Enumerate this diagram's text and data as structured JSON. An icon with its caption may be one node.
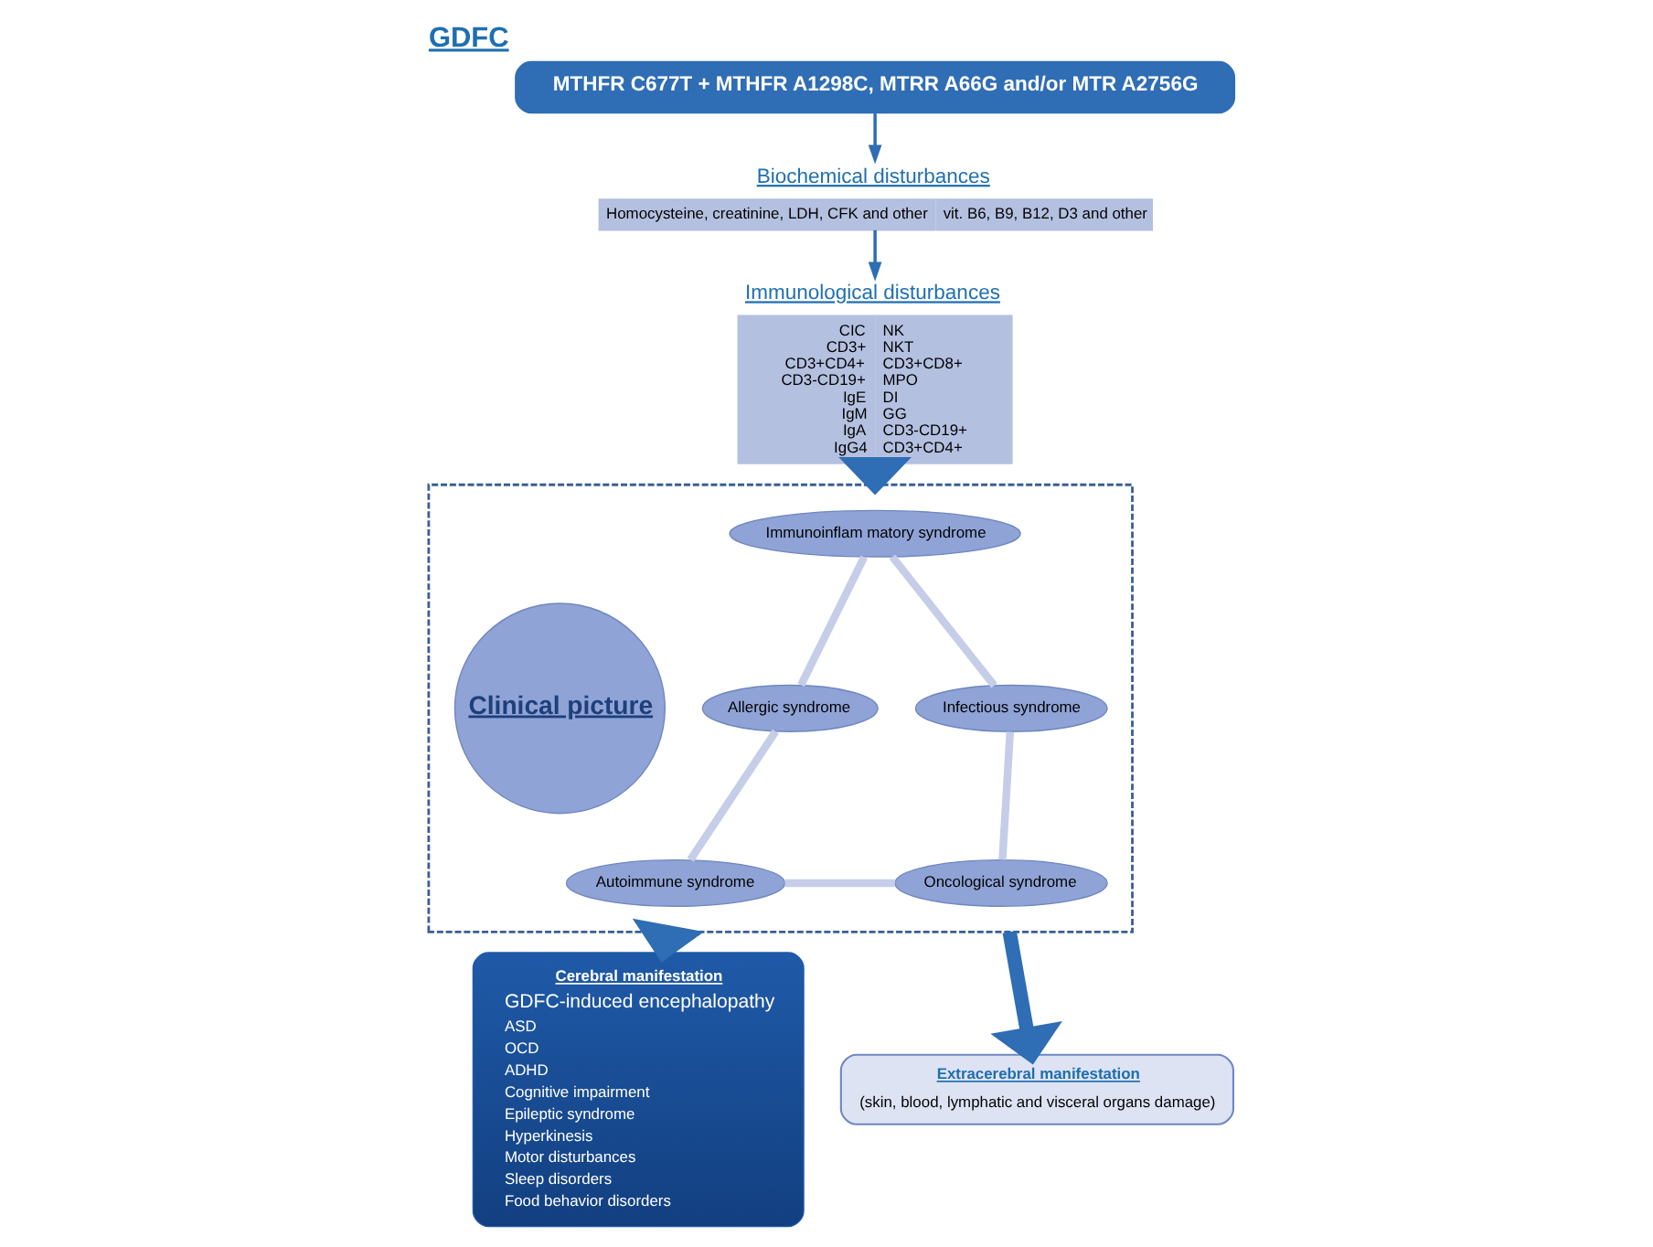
{
  "diagram": {
    "title": "GDFC",
    "nodes": [
      {
        "text": [
          "MTHFR C677T + MTHFR A1298C, MTRR A66G and/or MTR A2756G"
        ]
      },
      {
        "text": [
          "Biochemical disturbances",
          "Homocysteine, creatinine, LDH, CFK and other",
          "vit. B6, B9, B12, D3 and other"
        ]
      },
      {
        "text": [
          "Immunological disturbances",
          "CIC",
          "CD3+",
          "CD3+CD4+",
          "CD3-CD19+",
          "IgE",
          "IgM",
          "IgA",
          "IgG4",
          "NK",
          "NKT",
          "CD3+CD8+",
          "MPO",
          "DI",
          "GG",
          "CD3-CD19+",
          "CD3+CD4+"
        ]
      },
      {
        "text": [],
        "shape": "pentagon"
      },
      {
        "text": [
          "Clinical picture"
        ],
        "in": 3
      },
      {
        "text": [
          "Immunoinflam matory syndrome"
        ],
        "in": 3
      },
      {
        "text": [
          "Allergic syndrome"
        ],
        "in": 3
      },
      {
        "text": [
          "Infectious syndrome"
        ],
        "in": 3
      },
      {
        "text": [
          "Autoimmune syndrome"
        ],
        "in": 3
      },
      {
        "text": [
          "Oncological syndrome"
        ],
        "in": 3
      },
      {
        "text": [
          "Cerebral manifestation",
          "GDFC-induced encephalopathy",
          "ASD",
          "OCD",
          "ADHD",
          "Cognitive impairment",
          "Epileptic syndrome",
          "Hyperkinesis",
          "Motor disturbances",
          "Sleep disorders",
          "Food behavior disorders"
        ]
      },
      {
        "text": [
          "Extracerebral manifestation",
          "(skin, blood, lymphatic and visceral organs damage)"
        ]
      }
    ],
    "edges": [
      {
        "from": 0,
        "to": 1,
        "arrow": "to",
        "color": "#2f6db5"
      },
      {
        "from": 1,
        "to": 2,
        "arrow": "to",
        "color": "#2f6db5"
      },
      {
        "from": 2,
        "to": 3,
        "arrow": "to",
        "style": "thick",
        "color": "#2f6db5"
      },
      {
        "from": 3,
        "to": 10,
        "arrow": "to",
        "style": "thick",
        "color": "#2f6db5"
      },
      {
        "from": 3,
        "to": 11,
        "arrow": "to",
        "style": "thick",
        "color": "#2f6db5"
      },
      {
        "from": 5,
        "to": 7,
        "arrow": "none",
        "color": "#c5cde8"
      },
      {
        "from": 7,
        "to": 9,
        "arrow": "none",
        "color": "#c5cde8"
      },
      {
        "from": 9,
        "to": 8,
        "arrow": "none",
        "color": "#c5cde8"
      },
      {
        "from": 8,
        "to": 6,
        "arrow": "none",
        "color": "#c5cde8"
      },
      {
        "from": 6,
        "to": 5,
        "arrow": "none",
        "color": "#c5cde8"
      }
    ]
  }
}
